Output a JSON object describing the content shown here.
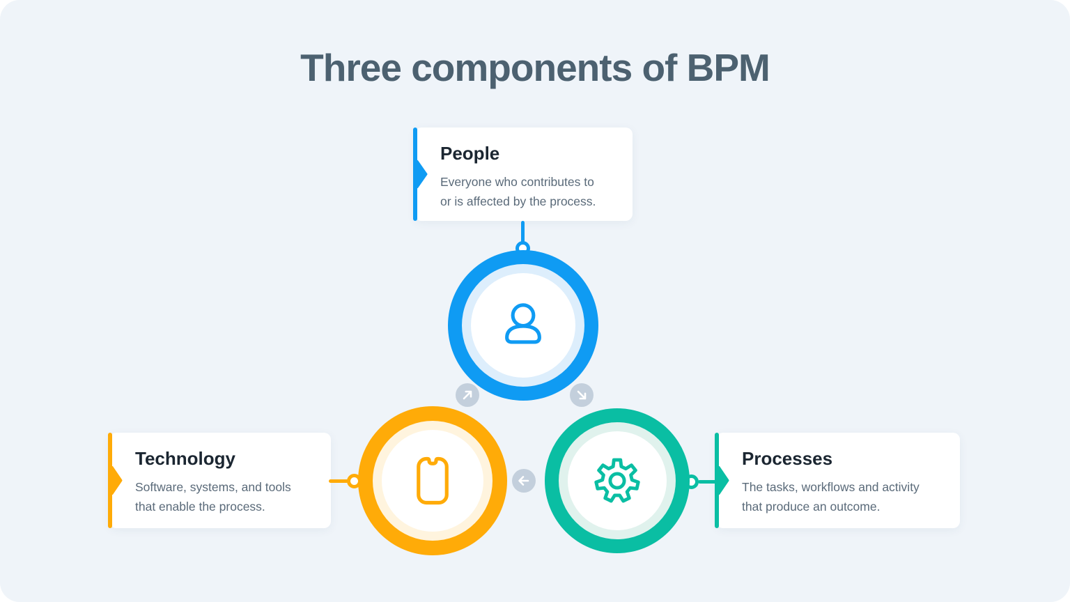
{
  "title": "Three components of BPM",
  "sections": {
    "people": {
      "title": "People",
      "description": "Everyone who contributes to\nor is affected by the process.",
      "icon": "person-icon"
    },
    "technology": {
      "title": "Technology",
      "description": "Software, systems, and tools\nthat enable the process.",
      "icon": "smartphone-icon"
    },
    "processes": {
      "title": "Processes",
      "description": "The tasks, workflows and activity\nthat produce an outcome.",
      "icon": "gear-icon"
    }
  },
  "flow_arrows": [
    {
      "id": "technology-to-people",
      "direction": "up-right"
    },
    {
      "id": "people-to-processes",
      "direction": "down-right"
    },
    {
      "id": "processes-to-technology",
      "direction": "left"
    }
  ],
  "colors": {
    "background": "#EFF4F9",
    "card_background": "#FFFFFF",
    "title_text": "#4C6170",
    "card_title_text": "#1B2631",
    "card_description_text": "#5A6A79",
    "people_accent": "#0F9BF3",
    "people_accent_light": "#DDEEFC",
    "technology_accent": "#FFAB08",
    "technology_accent_light": "#FFF4DE",
    "processes_accent": "#0ABEA3",
    "processes_accent_light": "#E0F2ED",
    "flow_button": "#C3CFDC"
  }
}
